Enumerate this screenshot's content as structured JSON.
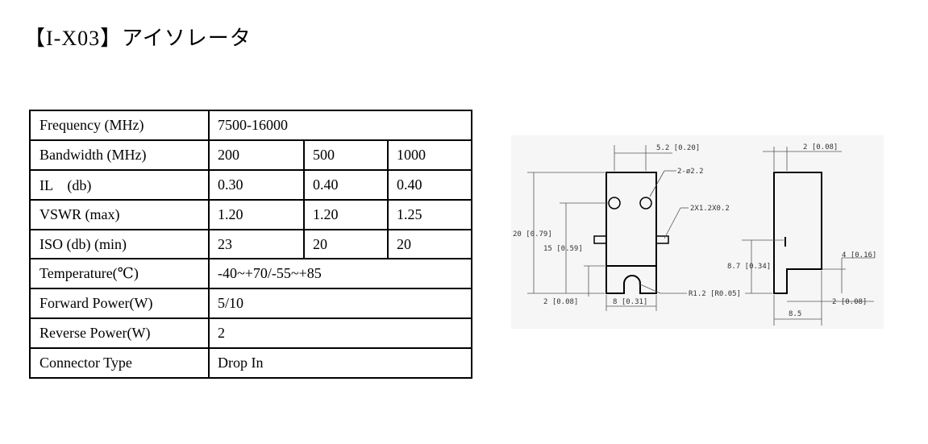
{
  "title": "【I-X03】アイソレータ",
  "specs": {
    "frequency": {
      "label": "Frequency (MHz)",
      "value": "7500-16000"
    },
    "bandwidth": {
      "label": "Bandwidth (MHz)",
      "values": [
        "200",
        "500",
        "1000"
      ]
    },
    "il": {
      "label": "IL　(db)",
      "values": [
        "0.30",
        "0.40",
        "0.40"
      ]
    },
    "vswr": {
      "label": "VSWR (max)",
      "values": [
        "1.20",
        "1.20",
        "1.25"
      ]
    },
    "iso": {
      "label": "ISO (db) (min)",
      "values": [
        "23",
        "20",
        "20"
      ]
    },
    "temperature": {
      "label": "Temperature(℃)",
      "value": "-40~+70/-55~+85"
    },
    "forward_power": {
      "label": "Forward Power(W)",
      "value": "5/10"
    },
    "reverse_power": {
      "label": "Reverse Power(W)",
      "value": "2"
    },
    "connector": {
      "label": "Connector Type",
      "value": "Drop In"
    }
  },
  "drawing": {
    "dim_top_width": "5.2 [0.20]",
    "dim_holes": "2-ø2.2",
    "dim_tabs": "2X1.2X0.2",
    "dim_height": "20 [0.79]",
    "dim_hole_height": "15 [0.59]",
    "dim_bottom_left": "2 [0.08]",
    "dim_bottom_width": "8 [0.31]",
    "dim_radius": "R1.2 [R0.05]",
    "dim_side_top": "2 [0.08]",
    "dim_side_pin": "8.7 [0.34]",
    "dim_side_step": "4 [0.16]",
    "dim_side_bottom_right": "2 [0.08]",
    "dim_side_width": "8.5"
  }
}
